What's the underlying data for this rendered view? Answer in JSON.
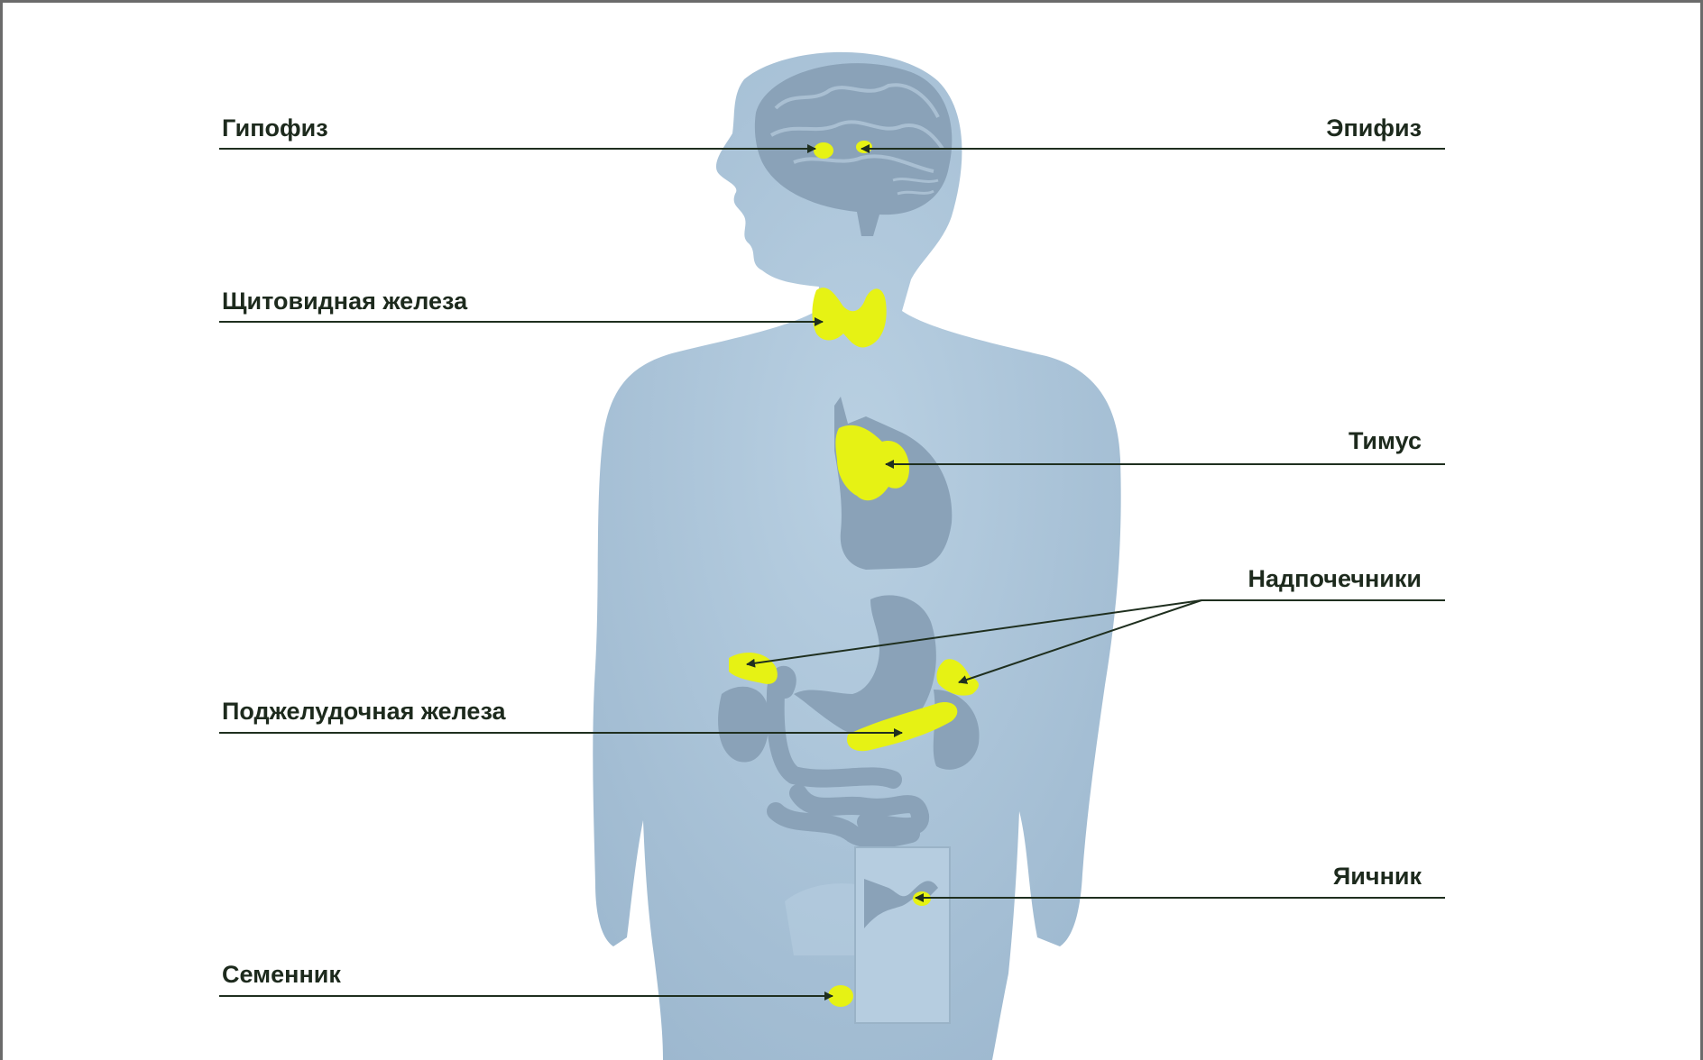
{
  "diagram": {
    "labels": {
      "pituitary": "Гипофиз",
      "pineal": "Эпифиз",
      "thyroid": "Щитовидная железа",
      "thymus": "Тимус",
      "adrenals": "Надпочечники",
      "pancreas": "Поджелудочная железа",
      "ovary": "Яичник",
      "testis": "Семенник"
    },
    "colors": {
      "body": "#a7c1d6",
      "organ": "#8aa2b8",
      "gland": "#e6f214",
      "line": "#1f2f1f",
      "text": "#1d2a1d",
      "frame": "#6b6b6b"
    }
  }
}
